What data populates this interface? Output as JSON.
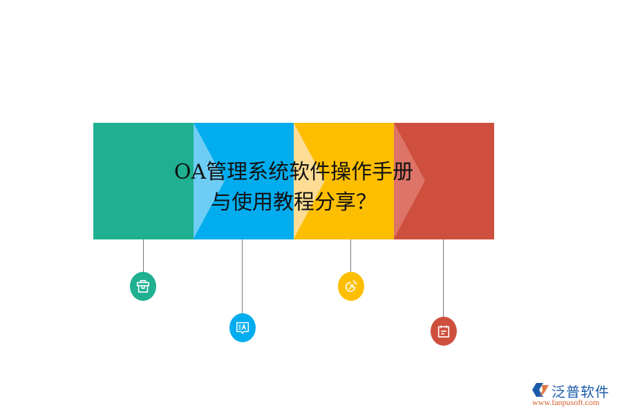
{
  "title": {
    "line1": "OA管理系统软件操作手册",
    "line2": "与使用教程分享？"
  },
  "colors": {
    "green": "#1eb090",
    "blue": "#02adef",
    "yellow": "#fdbe00",
    "red": "#ce4f3e",
    "blue_tri": "#6ecdf5",
    "yellow_tri": "#fddc95",
    "red_tri": "#dd7467",
    "stem": "#777777"
  },
  "steps": [
    {
      "color": "green",
      "icon": "briefcase-icon",
      "node_position": "upper"
    },
    {
      "color": "blue",
      "icon": "translate-chat-icon",
      "node_position": "lower"
    },
    {
      "color": "yellow",
      "icon": "refresh-arrow-icon",
      "node_position": "upper"
    },
    {
      "color": "red",
      "icon": "calendar-icon",
      "node_position": "lower"
    }
  ],
  "logo": {
    "name": "泛普软件",
    "url": "www.fanpusoft.com"
  }
}
